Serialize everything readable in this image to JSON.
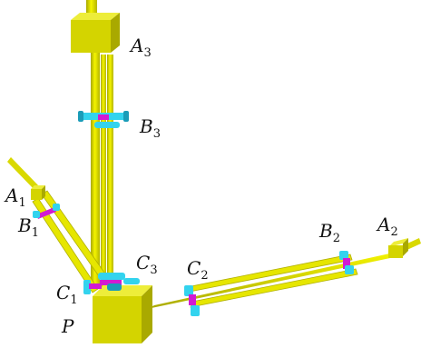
{
  "colors": {
    "background": "#ffffff",
    "rod_light": "#f2f200",
    "rod_mid": "#d9d900",
    "rod_dark": "#a8a800",
    "block_front": "#d4d400",
    "block_top": "#eded3a",
    "block_side": "#a9a900",
    "joint_cyan": "#33d3ee",
    "joint_cyan_dark": "#1a9cb8",
    "joint_magenta": "#d21ad2",
    "label": "#111111"
  },
  "labels": {
    "A3": {
      "base": "A",
      "sub": "3"
    },
    "B3": {
      "base": "B",
      "sub": "3"
    },
    "A1": {
      "base": "A",
      "sub": "1"
    },
    "B1": {
      "base": "B",
      "sub": "1"
    },
    "C3": {
      "base": "C",
      "sub": "3"
    },
    "C2": {
      "base": "C",
      "sub": "2"
    },
    "C1": {
      "base": "C",
      "sub": "1"
    },
    "B2": {
      "base": "B",
      "sub": "2"
    },
    "A2": {
      "base": "A",
      "sub": "2"
    },
    "P": {
      "base": "P",
      "sub": ""
    }
  }
}
